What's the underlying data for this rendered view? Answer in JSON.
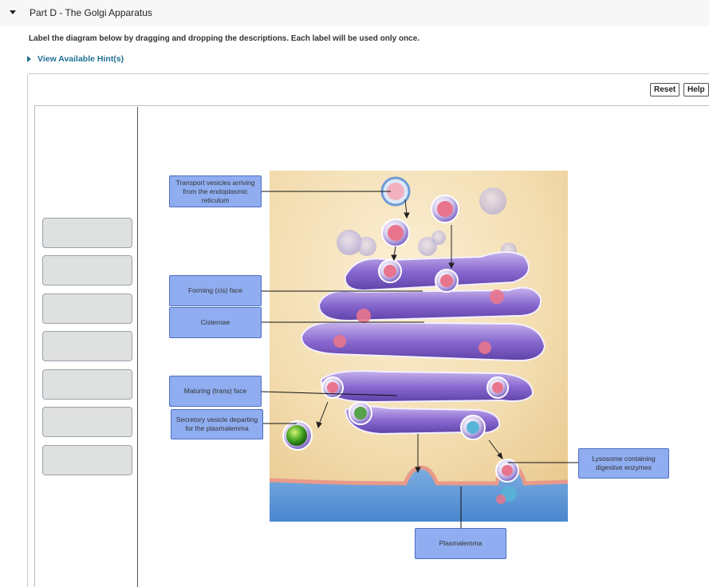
{
  "part_header": {
    "prefix": "Part D",
    "separator": " - ",
    "title": "The Golgi Apparatus"
  },
  "instructions": "Label the diagram below by dragging and dropping the descriptions. Each label will be used only once.",
  "hint_link": "View Available Hint(s)",
  "toolbar": {
    "reset": "Reset",
    "help": "Help"
  },
  "label_slots": 7,
  "labels": {
    "transport": "Transport vesicles arriving from the endoplasmic reticulum",
    "cis": "Forming (cis) face",
    "cisternae": "Cisternae",
    "trans": "Maturing (trans) face",
    "secretory": "Secretory vesicle departing for the plasmalemma",
    "lysosome": "Lysosome containing digestive enzymes",
    "plasmalemma": "Plasmalemma"
  },
  "colors": {
    "label_fill": "#8fadf0",
    "label_border": "#4d6fbf",
    "hint_link": "#1f6f94",
    "slot_fill": "#dfe0e0"
  }
}
